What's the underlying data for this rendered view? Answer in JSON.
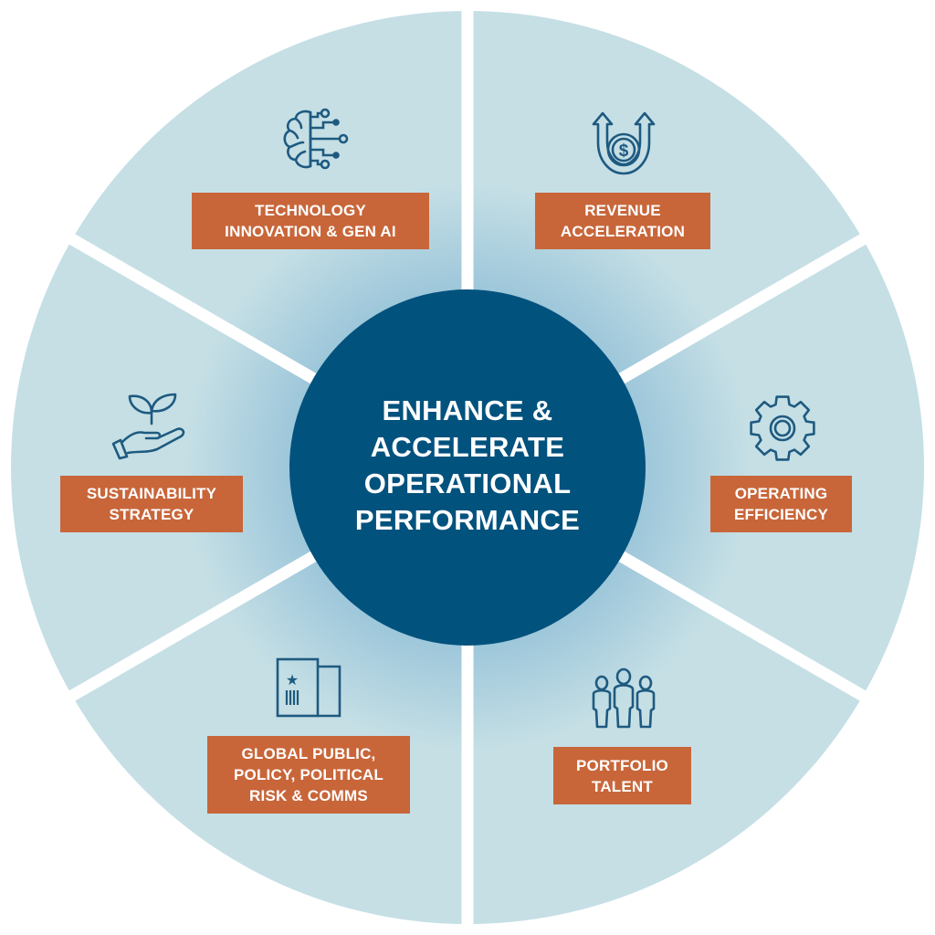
{
  "center": {
    "lines": [
      "ENHANCE &",
      "ACCELERATE",
      "OPERATIONAL",
      "PERFORMANCE"
    ]
  },
  "segments": [
    {
      "icon": "brain-circuit-icon",
      "lines": [
        "TECHNOLOGY",
        "INNOVATION & GEN AI"
      ]
    },
    {
      "icon": "dollar-coin-arrows-up-icon",
      "lines": [
        "REVENUE",
        "ACCELERATION"
      ]
    },
    {
      "icon": "gear-icon",
      "lines": [
        "OPERATING",
        "EFFICIENCY"
      ]
    },
    {
      "icon": "people-group-icon",
      "lines": [
        "PORTFOLIO",
        "TALENT"
      ]
    },
    {
      "icon": "government-building-icon",
      "lines": [
        "GLOBAL PUBLIC,",
        "POLICY, POLITICAL",
        "RISK & COMMS"
      ]
    },
    {
      "icon": "hand-plant-icon",
      "lines": [
        "SUSTAINABILITY",
        "STRATEGY"
      ]
    }
  ],
  "colors": {
    "segment": "#c5dfe5",
    "glow": "#9cc6da",
    "center": "#02527e",
    "label": "#c8663a",
    "icon": "#1e5a80"
  }
}
